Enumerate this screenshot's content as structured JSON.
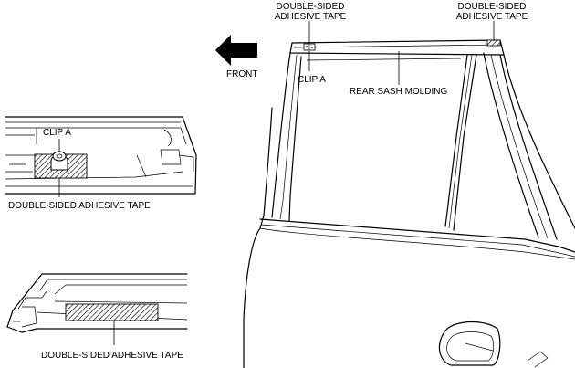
{
  "figure": {
    "labels": {
      "tape_top_left": [
        "DOUBLE-SIDED",
        "ADHESIVE TAPE"
      ],
      "tape_top_right": [
        "DOUBLE-SIDED",
        "ADHESIVE TAPE"
      ],
      "front": "FRONT",
      "clip_a_main": "CLIP A",
      "rear_sash_molding": "REAR SASH MOLDING",
      "clip_a_detail": "CLIP A",
      "tape_detail_1": "DOUBLE-SIDED ADHESIVE TAPE",
      "tape_detail_2": "DOUBLE-SIDED ADHESIVE TAPE"
    },
    "colors": {
      "line": "#000000",
      "background": "#ffffff",
      "arrow": "#000000"
    },
    "icons": {
      "direction": "front-arrow-icon"
    }
  }
}
